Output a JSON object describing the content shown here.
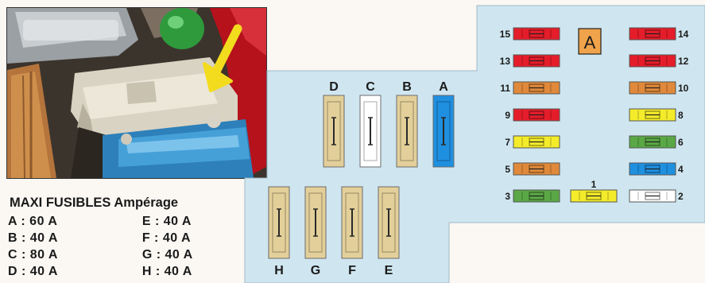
{
  "colors": {
    "panel": "#cfe6f0",
    "maxi_fuse": "#e3cf99",
    "red": "#e51d2a",
    "orange": "#e0893a",
    "yellow": "#f4ec2a",
    "green": "#5aa845",
    "blue": "#1f8fe0",
    "white": "#ffffff",
    "badge": "#f0a34a"
  },
  "badge_label": "A",
  "maxi_fuses_top": [
    {
      "label": "D",
      "color": "maxi_fuse"
    },
    {
      "label": "C",
      "color": "white"
    },
    {
      "label": "B",
      "color": "maxi_fuse"
    },
    {
      "label": "A",
      "color": "blue"
    }
  ],
  "maxi_fuses_bottom": [
    {
      "label": "H",
      "color": "maxi_fuse"
    },
    {
      "label": "G",
      "color": "maxi_fuse"
    },
    {
      "label": "F",
      "color": "maxi_fuse"
    },
    {
      "label": "E",
      "color": "maxi_fuse"
    }
  ],
  "mini_fuses_left": [
    {
      "number": "15",
      "color": "red"
    },
    {
      "number": "13",
      "color": "red"
    },
    {
      "number": "11",
      "color": "orange"
    },
    {
      "number": "9",
      "color": "red"
    },
    {
      "number": "7",
      "color": "yellow"
    },
    {
      "number": "5",
      "color": "orange"
    },
    {
      "number": "3",
      "color": "green"
    }
  ],
  "mini_fuses_right": [
    {
      "number": "14",
      "color": "red"
    },
    {
      "number": "12",
      "color": "red"
    },
    {
      "number": "10",
      "color": "orange"
    },
    {
      "number": "8",
      "color": "yellow"
    },
    {
      "number": "6",
      "color": "green"
    },
    {
      "number": "4",
      "color": "blue"
    },
    {
      "number": "2",
      "color": "white"
    }
  ],
  "mini_fuse_center": {
    "number": "1",
    "color": "yellow"
  },
  "legend": {
    "title": "MAXI FUSIBLES Ampérage",
    "rows": [
      {
        "left": "A : 60 A",
        "right": "E : 40 A"
      },
      {
        "left": "B : 40 A",
        "right": "F : 40 A"
      },
      {
        "left": "C : 80 A",
        "right": "G : 40 A"
      },
      {
        "left": "D : 40 A",
        "right": "H : 40 A"
      }
    ]
  }
}
